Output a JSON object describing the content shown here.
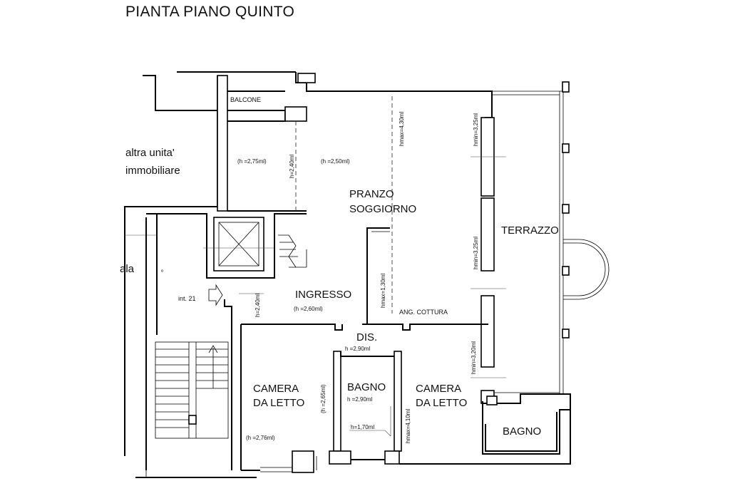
{
  "title": "PIANTA PIANO QUINTO",
  "rooms": {
    "balcone": "BALCONE",
    "altra_line1": "altra unita'",
    "altra_line2": "immobiliare",
    "pranzo_line1": "PRANZO",
    "pranzo_line2": "SOGGIORNO",
    "terrazzo": "TERRAZZO",
    "ingresso": "INGRESSO",
    "angolo_cottura": "ANG. COTTURA",
    "dis": "DIS.",
    "camera1_line1": "CAMERA",
    "camera1_line2": "DA LETTO",
    "bagno1": "BAGNO",
    "camera2_line1": "CAMERA",
    "camera2_line2": "DA LETTO",
    "bagno2": "BAGNO",
    "scala_fragment": "ala",
    "interno": "int. 21"
  },
  "heights": {
    "balcone_room": "(h =2,75ml)",
    "soggiorno_left": "(h =2,50ml)",
    "hmax_soggiorno": "hmax=4,30ml",
    "hmin_top": "hmin=3,25ml",
    "hmin_mid": "hmin=3,25ml",
    "hmax_cottura": "hmax=1,30ml",
    "ingresso": "(h =2,60ml)",
    "ingresso_vertical": "h=2,40ml",
    "dis": "h =2,90ml",
    "camera1_vertical": "(h =2,65ml)",
    "camera1": "(h =2,76ml)",
    "bagno1": "h =2,90ml",
    "bagno1_low": "h=1,70ml",
    "hmax_camera2": "hmax=4,10ml",
    "hmin_camera2": "hmin=3,20ml",
    "passage": "h=2,40ml"
  }
}
